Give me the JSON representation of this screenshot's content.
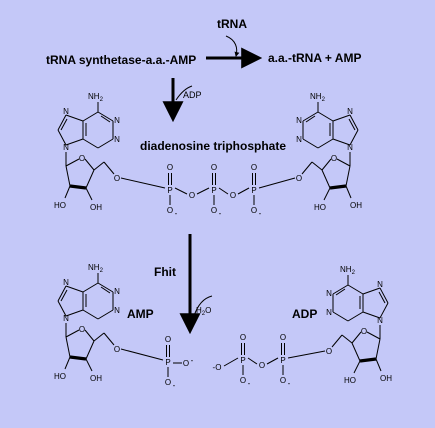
{
  "colors": {
    "background": "#c4c8f8",
    "ink": "#000000"
  },
  "labels": {
    "trna_top": "tRNA",
    "synthetase": "tRNA synthetase-a.a.-AMP",
    "product": "a.a.-tRNA + AMP",
    "adp_cofactor": "ADP",
    "diadenosine": "diadenosine triphosphate",
    "fhit": "Fhit",
    "water_h": "H",
    "water_sub": "2",
    "water_o": "O",
    "amp": "AMP",
    "adp": "ADP"
  },
  "atoms": {
    "amino": "NH",
    "amino_sub": "2",
    "nitrogen": "N",
    "oxygen": "O",
    "phosphorus": "P",
    "hydroxyl": "OH",
    "hydroxyl_left": "HO",
    "oxide": "O",
    "minus": "-",
    "oxide_left": "-O"
  }
}
